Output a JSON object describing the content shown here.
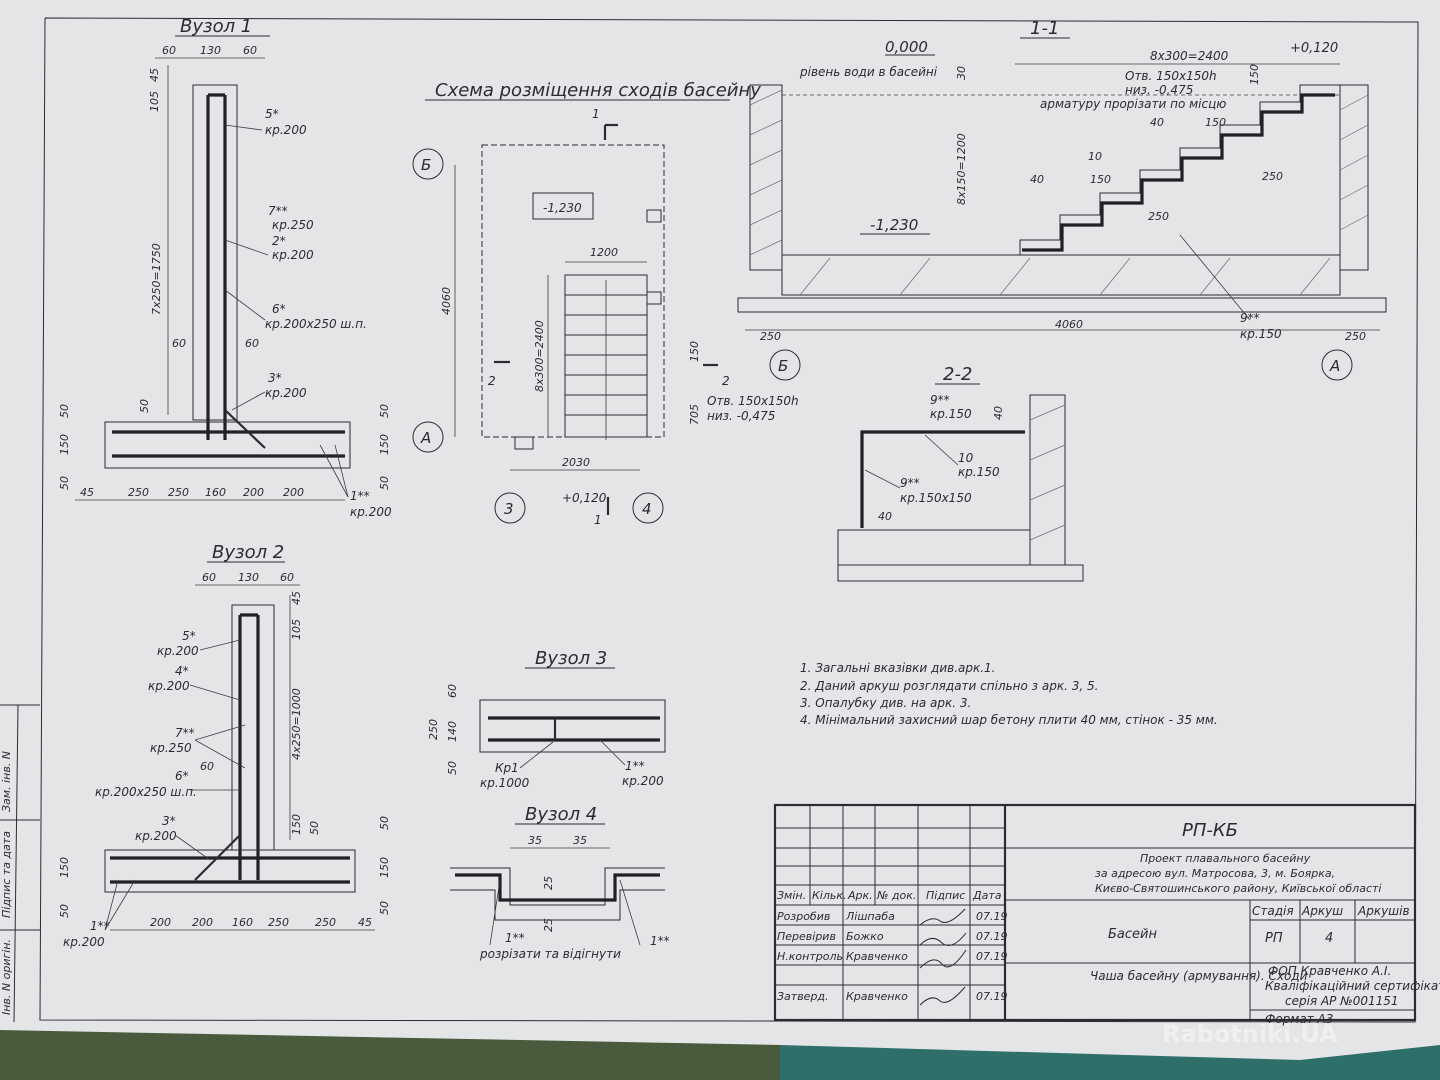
{
  "node1": {
    "title": "Вузол 1",
    "top_dims": [
      "60",
      "130",
      "60"
    ],
    "vert_dims": [
      "45",
      "105",
      "7x250=1750",
      "60",
      "60",
      "50",
      "150",
      "50"
    ],
    "right_dims": [
      "50",
      "150",
      "50"
    ],
    "bottom_dims": [
      "45",
      "250",
      "250",
      "160",
      "200",
      "200"
    ],
    "callouts": [
      "5*",
      "кр.200",
      "7**",
      "кр.250",
      "2*",
      "кр.200",
      "6*",
      "кр.200x250 ш.п.",
      "3*",
      "кр.200",
      "1**",
      "кр.200"
    ]
  },
  "node2": {
    "title": "Вузол 2",
    "top_dims": [
      "60",
      "130",
      "60"
    ],
    "vert_dims": [
      "45",
      "105",
      "4x250=1000",
      "150",
      "50",
      "60"
    ],
    "left_dims": [
      "150",
      "50"
    ],
    "right_dims": [
      "50",
      "150",
      "50"
    ],
    "bottom_dims": [
      "200",
      "200",
      "160",
      "250",
      "250",
      "45"
    ],
    "callouts": [
      "5*",
      "кр.200",
      "4*",
      "кр.200",
      "7**",
      "кр.250",
      "6*",
      "кр.200x250 ш.п.",
      "3*",
      "кр.200",
      "1**",
      "кр.200"
    ]
  },
  "scheme": {
    "title": "Схема розміщення сходів басейну",
    "level": "-1,230",
    "stair_width": "1200",
    "stair_len": "8x300=2400",
    "total_h": "4060",
    "total_w": "2030",
    "dim_150": "150",
    "dim_705": "705",
    "opening": "Отв. 150x150h",
    "opening_level": "низ. -0,475",
    "plus_level": "+0,120",
    "axes": [
      "Б",
      "А",
      "3",
      "4"
    ],
    "section_marks": [
      "1",
      "1",
      "2",
      "2"
    ]
  },
  "section11": {
    "title": "1-1",
    "level_top": "0,000",
    "water": "рівень води в басейні",
    "dim_30": "30",
    "dim_steps": "8x300=2400",
    "level_plus": "+0,120",
    "opening": "Отв. 150x150h",
    "opening_low": "низ. -0,475",
    "cut_note": "арматуру прорізати по місцю",
    "dim_150a": "150",
    "dim_40a": "40",
    "dim_150b": "150",
    "dim_rise": "8x150=1200",
    "dim_10": "10",
    "dim_150c": "150",
    "dim_40b": "40",
    "dim_250a": "250",
    "dim_250b": "250",
    "level_bottom": "-1,230",
    "bottom_dims": [
      "250",
      "4060",
      "250"
    ],
    "bar_label": "9**",
    "bar_spacing": "кр.150",
    "axes": [
      "Б",
      "А"
    ]
  },
  "section22": {
    "title": "2-2",
    "labels": [
      "9**",
      "кр.150",
      "40",
      "10",
      "кр.150",
      "9**",
      "кр.150x150",
      "40"
    ]
  },
  "node3": {
    "title": "Вузол 3",
    "dims": [
      "60",
      "250",
      "140",
      "50"
    ],
    "labels": [
      "Кр1",
      "кр.1000",
      "1**",
      "кр.200"
    ]
  },
  "node4": {
    "title": "Вузол 4",
    "dims": [
      "35",
      "35",
      "25",
      "25"
    ],
    "labels": [
      "1**",
      "1**",
      "розрізати та відігнути"
    ]
  },
  "notes": [
    "1.   Загальні вказівки див.арк.1.",
    "2.   Даний аркуш розглядати спільно з арк. 3, 5.",
    "3.   Опалубку див. на арк. 3.",
    "4.   Мінімальний захисний шар бетону плити 40 мм, стінок - 35 мм."
  ],
  "stamp": {
    "code": "РП-КБ",
    "project_line1": "Проект плавального басейну",
    "project_line2": "за адресою вул. Матросова, 3, м. Боярка,",
    "project_line3": "Києво-Святошинського району, Київської області",
    "headers": [
      "Змін.",
      "Кільк.",
      "Арк.",
      "№ док.",
      "Підпис",
      "Дата"
    ],
    "roles": [
      "Розробив",
      "Перевірив",
      "Н.контроль",
      "Затверд."
    ],
    "names": [
      "Лішпаба",
      "Божко",
      "Кравченко",
      "Кравченко"
    ],
    "dates": [
      "07.19",
      "07.19",
      "07.19",
      "07.19"
    ],
    "object": "Басейн",
    "col_heads": [
      "Стадія",
      "Аркуш",
      "Аркушів"
    ],
    "stage": "РП",
    "sheet_no": "4",
    "sheet_title": "Чаша басейну (армування). Сходи",
    "company": "ФОП Кравченко А.І.",
    "cert": "Кваліфікаційний сертифікат",
    "cert_no": "серія АР №001151",
    "format": "Формат А3"
  },
  "side_strip": [
    "Інв. N оригін.",
    "Підпис та дата",
    "Зам. інв. N"
  ],
  "watermark": "Rabotniki.UA",
  "colors": {
    "paper": "#e4e5e7",
    "ink": "#2a2c30",
    "table": "#4a5a3c"
  }
}
